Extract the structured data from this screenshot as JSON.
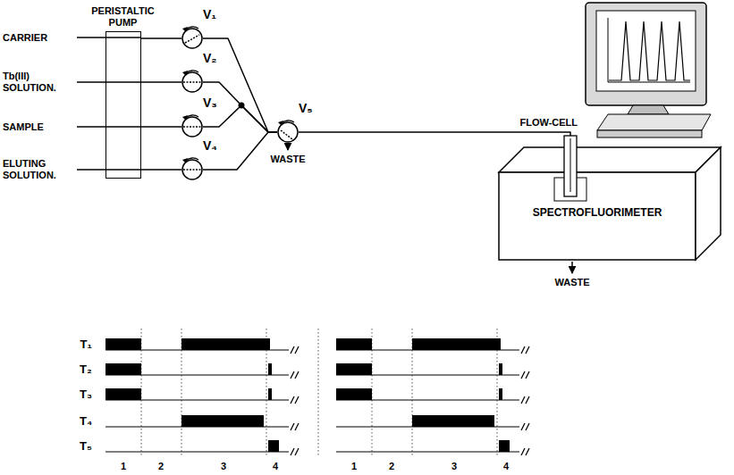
{
  "diagram": {
    "nodes": [
      {
        "text": [
          "PERISTALTIC PUMP"
        ]
      },
      {
        "text": [
          "V₁"
        ]
      },
      {
        "text": [
          "V₂"
        ]
      },
      {
        "text": [
          "V₃"
        ]
      },
      {
        "text": [
          "V₄"
        ]
      },
      {
        "text": [
          "V₅"
        ]
      },
      {
        "text": [
          "SPECTROFLUORIMETER"
        ]
      }
    ],
    "edges": [
      {
        "from": 0,
        "to": 1,
        "arrow": "none"
      },
      {
        "from": 0,
        "to": 2,
        "arrow": "none"
      },
      {
        "from": 0,
        "to": 3,
        "arrow": "none"
      },
      {
        "from": 0,
        "to": 4,
        "arrow": "none"
      },
      {
        "from": 1,
        "to": 5,
        "arrow": "none"
      },
      {
        "from": 2,
        "to": 5,
        "arrow": "none"
      },
      {
        "from": 3,
        "to": 5,
        "arrow": "none"
      },
      {
        "from": 4,
        "to": 5,
        "arrow": "none"
      },
      {
        "from": 5,
        "to": 6,
        "arrow": "none"
      }
    ],
    "labels": [
      "CARRIER",
      "Tb(III) SOLUTION.",
      "SAMPLE",
      "ELUTING SOLUTION.",
      "WASTE",
      "FLOW-CELL",
      "WASTE",
      "T₁",
      "T₂",
      "T₃",
      "T₄",
      "T₅",
      "1",
      "2",
      "3",
      "4",
      "1",
      "2",
      "3",
      "4"
    ]
  }
}
